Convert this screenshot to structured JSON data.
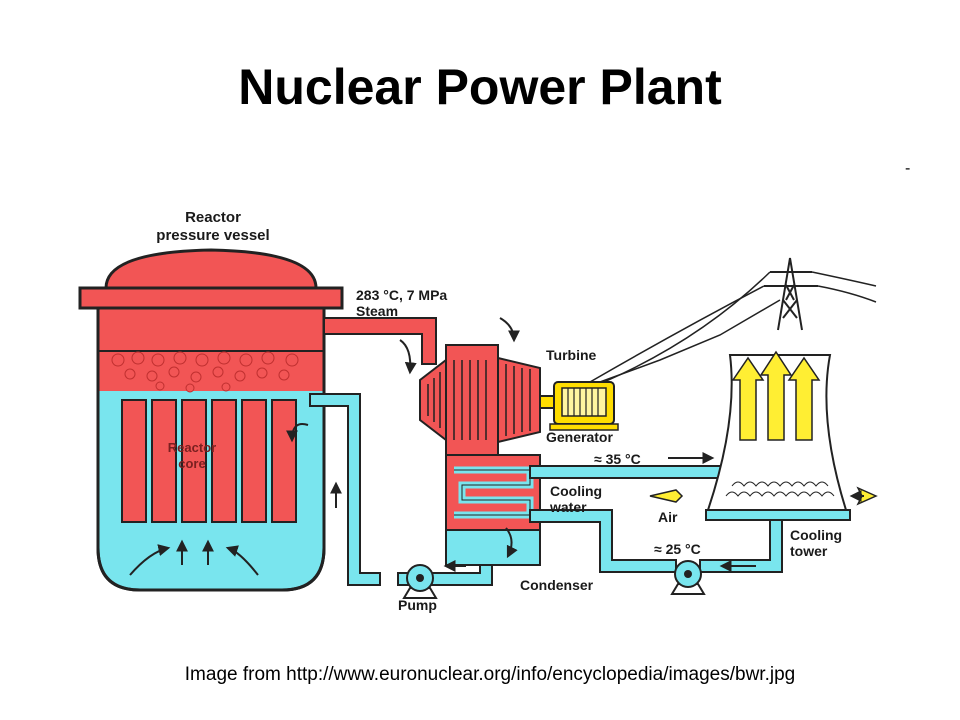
{
  "slide": {
    "title": "Nuclear Power Plant",
    "corner_mark": "-",
    "caption": "Image from http://www.euronuclear.org/info/encyclopedia/images/bwr.jpg"
  },
  "diagram": {
    "labels": {
      "vessel_line1": "Reactor",
      "vessel_line2": "pressure vessel",
      "steam_line1": "283 °C, 7 MPa",
      "steam_line2": "Steam",
      "turbine": "Turbine",
      "generator": "Generator",
      "core_line1": "Reactor",
      "core_line2": "core",
      "hot_water": "≈ 35 °C",
      "cooling_water_line1": "Cooling",
      "cooling_water_line2": "water",
      "air": "Air",
      "cool_water": "≈ 25 °C",
      "cooling_tower_line1": "Cooling",
      "cooling_tower_line2": "tower",
      "condenser": "Condenser",
      "pump": "Pump"
    },
    "colors": {
      "steam": "#f25555",
      "water": "#79e5ee",
      "outline": "#222222",
      "vapor": "#ffee33",
      "generator": "#ffdd00"
    }
  }
}
